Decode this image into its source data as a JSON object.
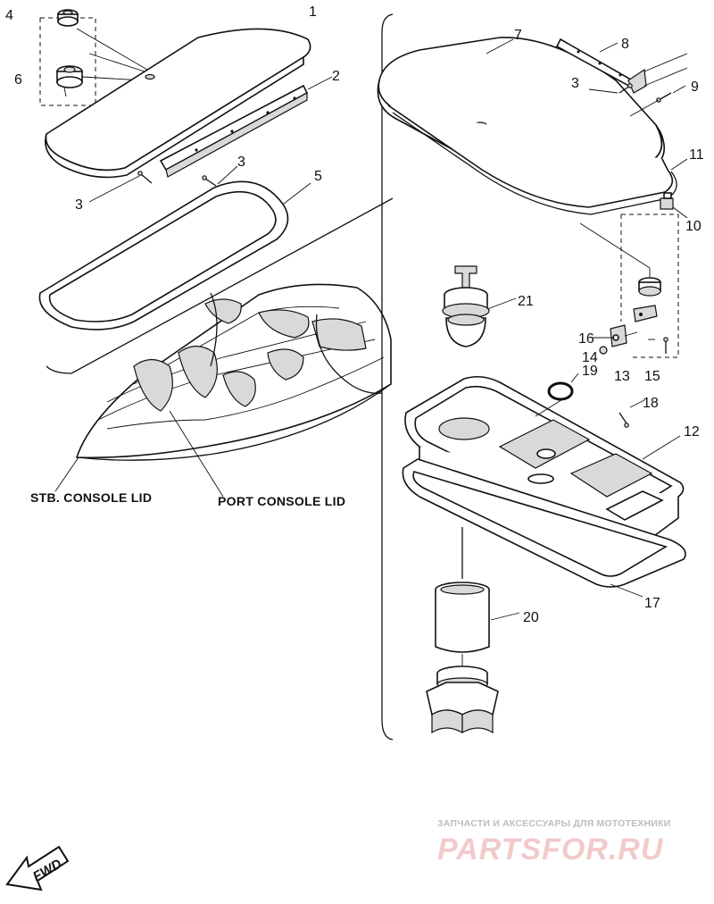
{
  "callouts": {
    "c1": "1",
    "c2": "2",
    "c3a": "3",
    "c3b": "3",
    "c3c": "3",
    "c4": "4",
    "c5": "5",
    "c6": "6",
    "c7": "7",
    "c8": "8",
    "c9": "9",
    "c10": "10",
    "c11": "11",
    "c12": "12",
    "c13": "13",
    "c14": "14",
    "c15": "15",
    "c16": "16",
    "c17": "17",
    "c18": "18",
    "c19": "19",
    "c20": "20",
    "c21": "21"
  },
  "labels": {
    "stb_console_lid": "STB. CONSOLE LID",
    "port_console_lid": "PORT CONSOLE LID",
    "fwd": "FWD"
  },
  "watermark": {
    "tagline": "ЗАПЧАСТИ И АКСЕССУАРЫ ДЛЯ МОТОТЕХНИКИ",
    "brand": "PARTSFOR.RU",
    "brand_color": "#e8a0a0"
  }
}
